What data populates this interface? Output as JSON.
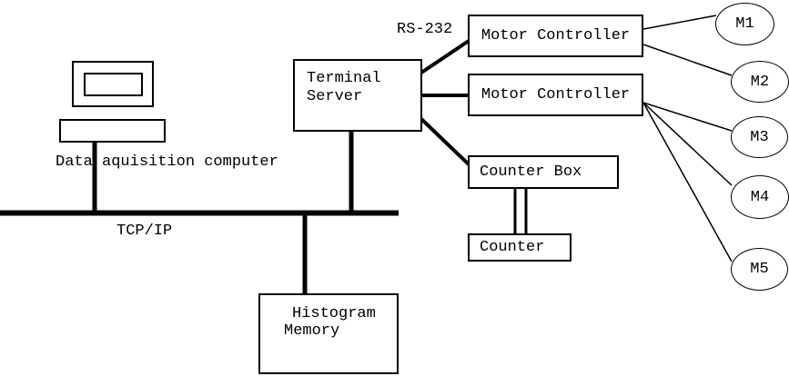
{
  "canvas": {
    "background": "#ffffff",
    "line_color": "#000000"
  },
  "labels": {
    "computer_caption": "Data aquisition computer",
    "network_bus": "TCP/IP",
    "serial_link": "RS-232"
  },
  "nodes": {
    "terminal_server": {
      "line1": "Terminal",
      "line2": "Server"
    },
    "motor_controller_1": {
      "label": "Motor Controller"
    },
    "motor_controller_2": {
      "label": "Motor Controller"
    },
    "counter_box": {
      "label": "Counter Box"
    },
    "counter": {
      "label": "Counter"
    },
    "histogram_memory": {
      "line1": "Histogram",
      "line2": "Memory"
    },
    "motors": [
      {
        "label": "M1"
      },
      {
        "label": "M2"
      },
      {
        "label": "M3"
      },
      {
        "label": "M4"
      },
      {
        "label": "M5"
      }
    ]
  }
}
